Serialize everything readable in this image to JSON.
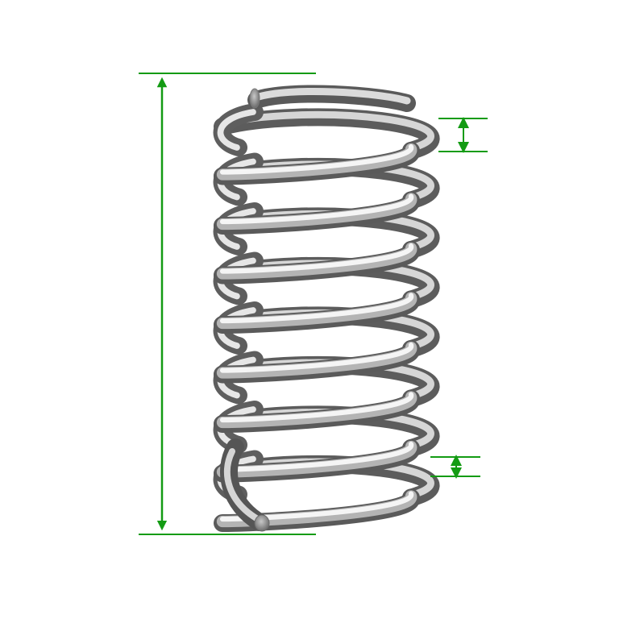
{
  "diagram": {
    "subject": "compression-spring",
    "active_coil_count": 8,
    "dimensions": [
      {
        "name": "free-length",
        "label": ""
      },
      {
        "name": "pitch",
        "label": ""
      },
      {
        "name": "wire-diameter",
        "label": ""
      }
    ]
  },
  "colors": {
    "background": "#ffffff",
    "dimension_line": "#139b13",
    "wire_dark": "#5a5a5a",
    "wire_mid": "#a8a8a8",
    "wire_light": "#f2f2f2"
  }
}
